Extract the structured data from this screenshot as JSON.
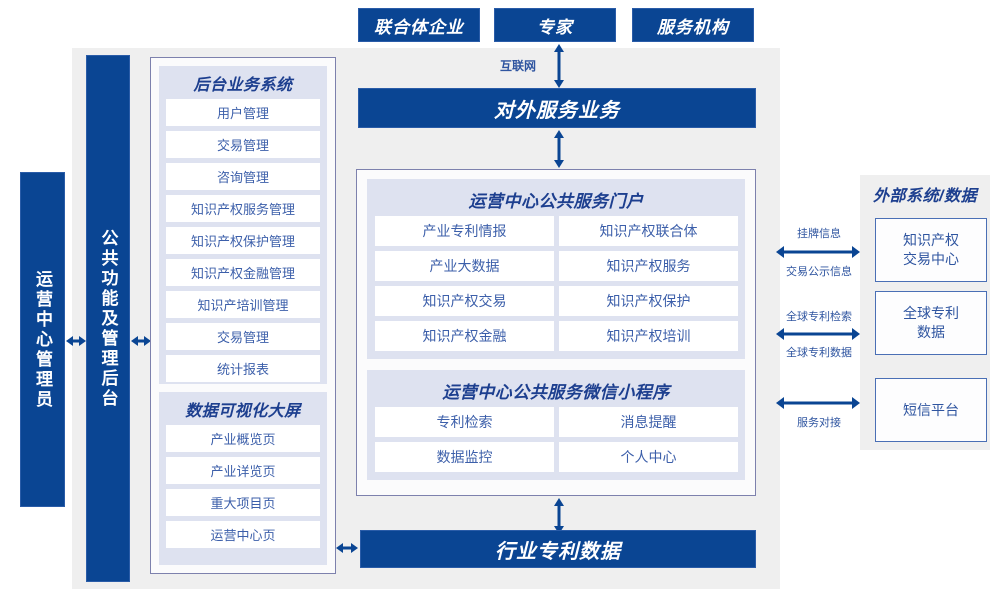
{
  "meta": {
    "accent_blue": "#0a4593",
    "panel_gray": "#efefef",
    "lavender": "#dee2f0",
    "cell_text": "#3c5faa"
  },
  "top_actors": [
    {
      "label": "联合体企业"
    },
    {
      "label": "专家"
    },
    {
      "label": "服务机构"
    }
  ],
  "connectors": {
    "internet": "互联网",
    "external": [
      {
        "above": "挂牌信息",
        "below": "交易公示信息"
      },
      {
        "above": "全球专利检索",
        "below": "全球专利数据"
      },
      {
        "above": "",
        "below": "服务对接"
      }
    ]
  },
  "left_rail": {
    "admin": "运营中心管理员",
    "common": "公共功能及管理后台"
  },
  "backoffice": {
    "title": "后台业务系统",
    "items": [
      "用户管理",
      "交易管理",
      "咨询管理",
      "知识产权服务管理",
      "知识产权保护管理",
      "知识产权金融管理",
      "知识产培训管理",
      "交易管理",
      "统计报表"
    ]
  },
  "dataviz": {
    "title": "数据可视化大屏",
    "items": [
      "产业概览页",
      "产业详览页",
      "重大项目页",
      "运营中心页"
    ]
  },
  "external_service_bar": {
    "label": "对外服务业务"
  },
  "portal": {
    "title": "运营中心公共服务门户",
    "items": [
      "产业专利情报",
      "知识产权联合体",
      "产业大数据",
      "知识产权服务",
      "知识产权交易",
      "知识产权保护",
      "知识产权金融",
      "知识产权培训"
    ]
  },
  "miniprogram": {
    "title": "运营中心公共服务微信小程序",
    "items": [
      "专利检索",
      "消息提醒",
      "数据监控",
      "个人中心"
    ]
  },
  "bottom_bar": {
    "label": "行业专利数据"
  },
  "external_systems": {
    "title": "外部系统/数据",
    "items": [
      "知识产权\n交易中心",
      "全球专利\n数据",
      "短信平台"
    ]
  }
}
